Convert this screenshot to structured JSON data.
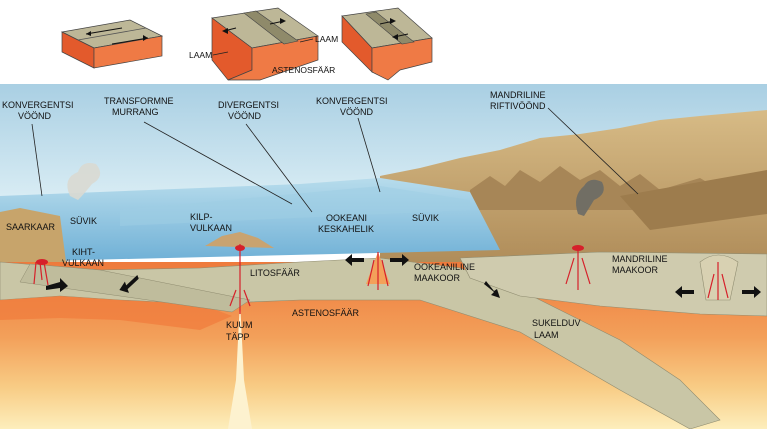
{
  "inset_blocks": {
    "laam_left": "LAAM",
    "laam_right": "LAAM",
    "astenosfaar": "ASTENOSFÄÄR"
  },
  "labels": {
    "konvergentsi_left_1": "KONVERGENTSI",
    "konvergentsi_left_2": "VÖÖND",
    "transformne_1": "TRANSFORMNE",
    "transformne_2": "MURRANG",
    "divergentsi_1": "DIVERGENTSI",
    "divergentsi_2": "VÖÖND",
    "konvergentsi_mid_1": "KONVERGENTSI",
    "konvergentsi_mid_2": "VÖÖND",
    "mandriline_rift_1": "MANDRILINE",
    "mandriline_rift_2": "RIFTIVÖÖND",
    "saarkaar": "SAARKAAR",
    "suvik_left": "SÜVIK",
    "kihtvulkaan_1": "KIHT-",
    "kihtvulkaan_2": "VULKAAN",
    "kilpvulkaan_1": "KILP-",
    "kilpvulkaan_2": "VULKAAN",
    "ookeani_1": "OOKEANI",
    "ookeani_2": "KESKAHELIK",
    "suvik_right": "SÜVIK",
    "litosfaar": "LITOSFÄÄR",
    "ookeaniline_1": "OOKEANILINE",
    "ookeaniline_2": "MAAKOOR",
    "mandriline_maakoor_1": "MANDRILINE",
    "mandriline_maakoor_2": "MAAKOOR",
    "astenosfaar": "ASTENOSFÄÄR",
    "kuum_1": "KUUM",
    "kuum_2": "TÄPP",
    "sukelduv_1": "SUKELDUV",
    "sukelduv_2": "LAAM"
  },
  "colors": {
    "sky": "#bfdcea",
    "ocean": "#8ec3e0",
    "lithosphere": "#c8c5a8",
    "asthenosphere": "#f08a4b",
    "magma": "#f5b36a",
    "deep": "#fde7b0",
    "land": "#c8a76f",
    "block_top": "#b9b393",
    "block_side": "#e8562a"
  }
}
